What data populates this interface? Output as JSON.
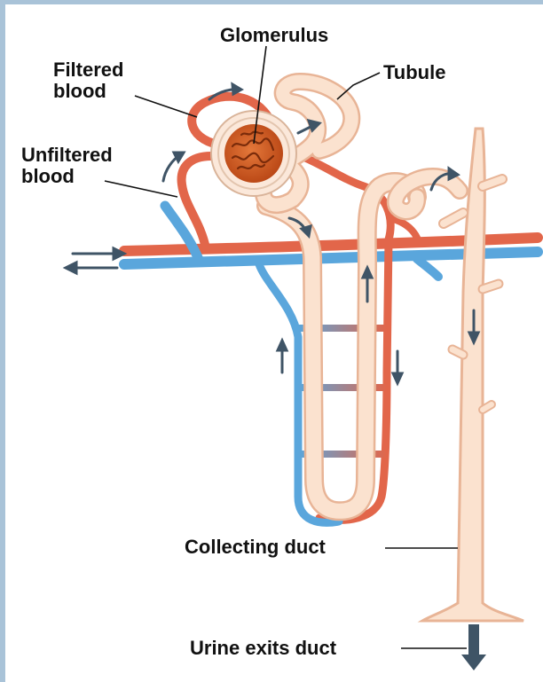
{
  "labels": {
    "glomerulus": "Glomerulus",
    "filtered_blood_line1": "Filtered",
    "filtered_blood_line2": "blood",
    "tubule": "Tubule",
    "unfiltered_blood_line1": "Unfiltered",
    "unfiltered_blood_line2": "blood",
    "collecting_duct": "Collecting duct",
    "urine_exits_duct": "Urine exits duct"
  },
  "colors": {
    "artery": "#e2664a",
    "vein": "#5aa6dc",
    "tubule_fill": "#f8d7bf",
    "tubule_outline": "#e8b496",
    "glomerulus_core": "#d4581e",
    "arrow": "#3f5466",
    "frame": "#a9c3d8"
  }
}
